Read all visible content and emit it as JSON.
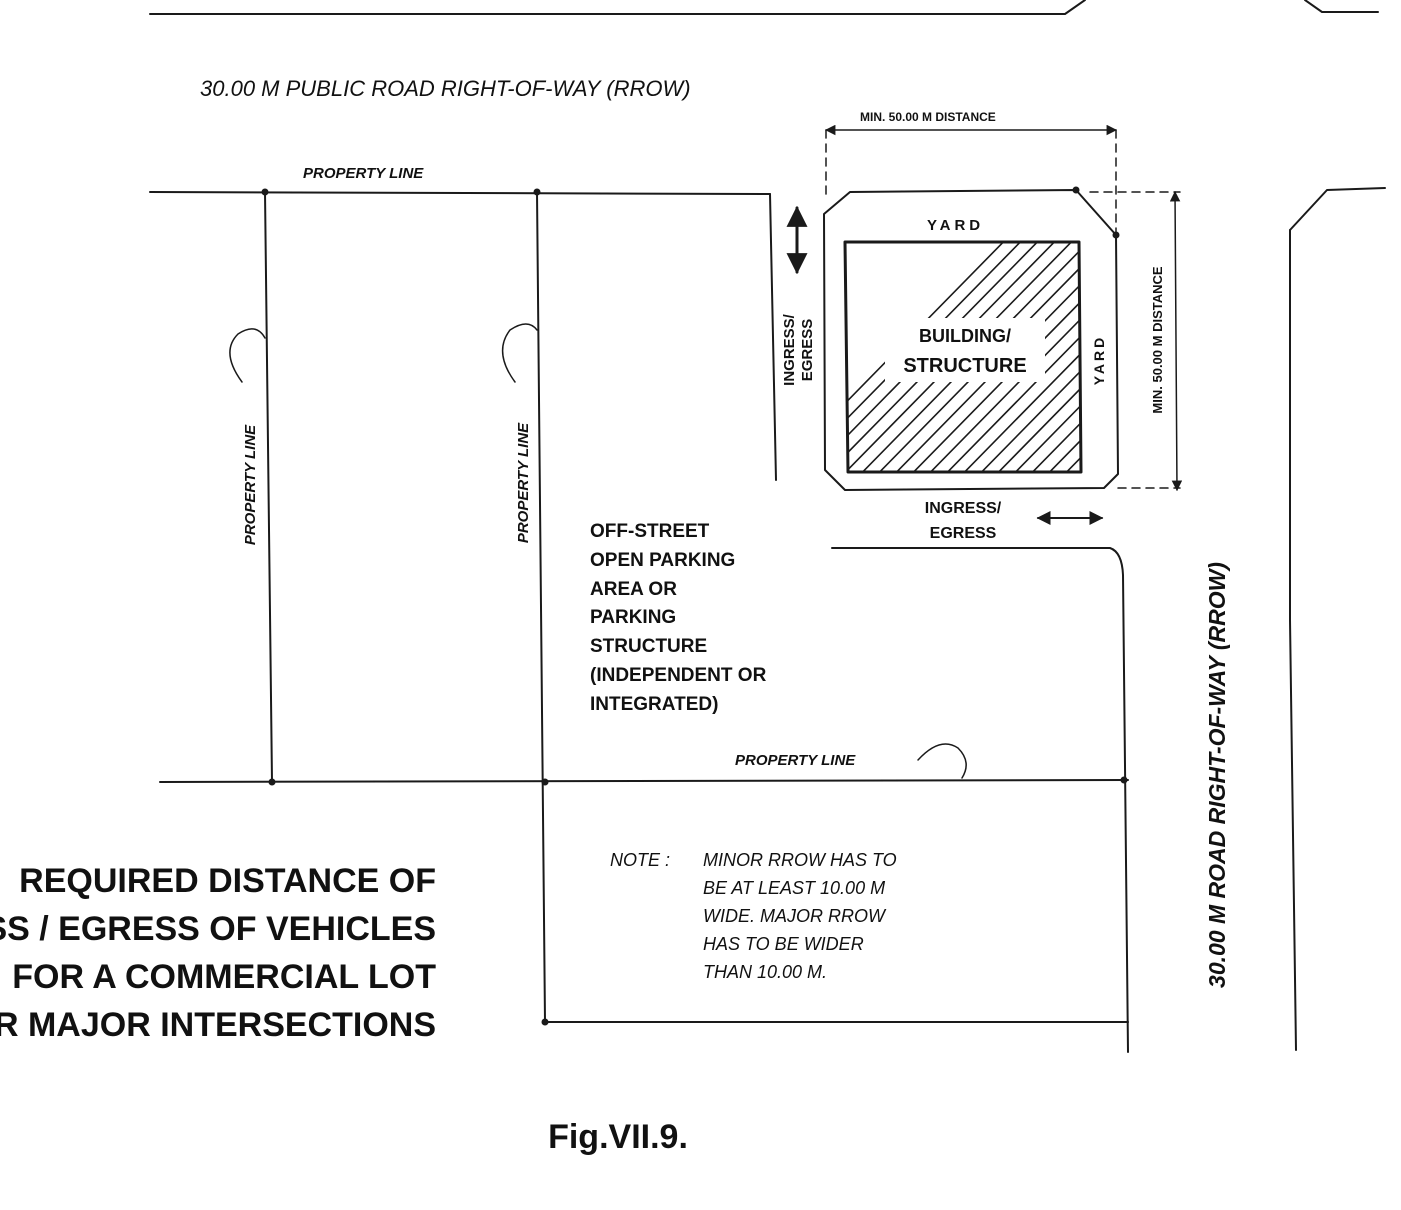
{
  "labels": {
    "top_road": "30.00 M PUBLIC ROAD RIGHT-OF-WAY (RROW)",
    "min_distance_top": "MIN. 50.00 M DISTANCE",
    "property_line_top": "PROPERTY LINE",
    "yard_top": "YARD",
    "yard_side": "YARD",
    "min_distance_right": "MIN. 50.00 M DISTANCE",
    "building_line1": "BUILDING/",
    "building_line2": "STRUCTURE",
    "ingress_vertical_line1": "INGRESS/",
    "ingress_vertical_line2": "EGRESS",
    "ingress_horizontal_line1": "INGRESS/",
    "ingress_horizontal_line2": "EGRESS",
    "property_line_left": "PROPERTY LINE",
    "property_line_middle": "PROPERTY LINE",
    "property_line_bottom": "PROPERTY LINE",
    "parking": [
      "OFF-STREET",
      "OPEN PARKING",
      "AREA OR",
      "PARKING",
      "STRUCTURE",
      "(INDEPENDENT OR",
      "INTEGRATED)"
    ],
    "note_heading": "NOTE :",
    "note_lines": [
      "MINOR RROW HAS TO",
      "BE AT LEAST 10.00 M",
      "WIDE. MAJOR RROW",
      "HAS TO BE WIDER",
      "THAN 10.00 M."
    ],
    "right_road": "30.00 M ROAD RIGHT-OF-WAY (RROW)"
  },
  "caption_lines": [
    "REQUIRED DISTANCE OF",
    "SS / EGRESS OF VEHICLES",
    "FOR A COMMERCIAL LOT",
    "AR MAJOR INTERSECTIONS"
  ],
  "figure_label": "Fig.VII.9."
}
